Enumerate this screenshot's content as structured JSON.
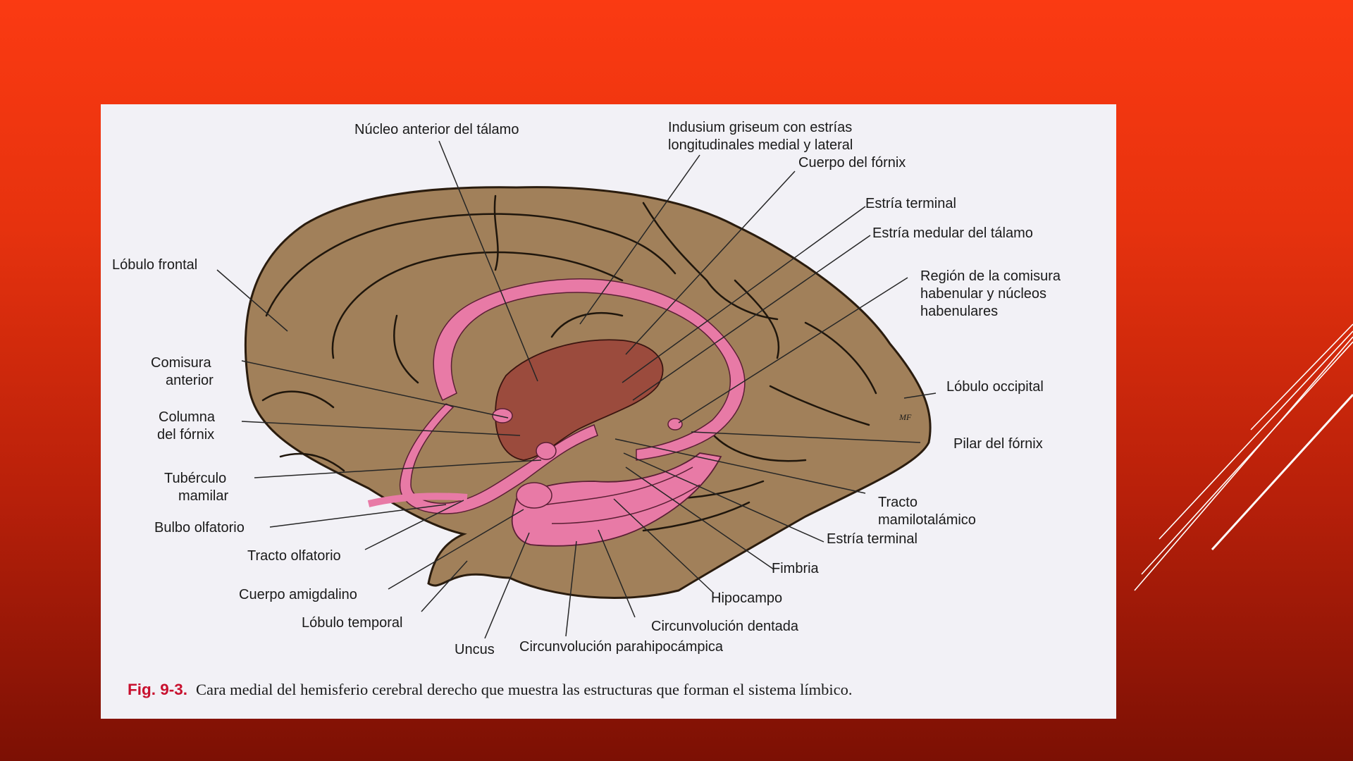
{
  "figure": {
    "labels": {
      "nucleo_anterior_talamo": "Núcleo anterior del tálamo",
      "indusium_1": "Indusium griseum con estrías",
      "indusium_2": "longitudinales medial y lateral",
      "cuerpo_fornix": "Cuerpo del fórnix",
      "estria_terminal_top": "Estría terminal",
      "estria_medular": "Estría medular del tálamo",
      "region_comisura_1": "Región de la comisura",
      "region_comisura_2": "habenular y núcleos",
      "region_comisura_3": "habenulares",
      "lobulo_frontal": "Lóbulo frontal",
      "comisura_anterior_1": "Comisura",
      "comisura_anterior_2": "anterior",
      "columna_fornix_1": "Columna",
      "columna_fornix_2": "del fórnix",
      "tuberculo_mamilar_1": "Tubérculo",
      "tuberculo_mamilar_2": "mamilar",
      "bulbo_olfatorio": "Bulbo olfatorio",
      "tracto_olfatorio": "Tracto olfatorio",
      "cuerpo_amigdalino": "Cuerpo amigdalino",
      "lobulo_temporal": "Lóbulo temporal",
      "uncus": "Uncus",
      "circunvolucion_parahipocampica": "Circunvolución parahipocámpica",
      "circunvolucion_dentada": "Circunvolución dentada",
      "hipocampo": "Hipocampo",
      "fimbria": "Fimbria",
      "estria_terminal_bottom": "Estría terminal",
      "tracto_mamilotalamico_1": "Tracto",
      "tracto_mamilotalamico_2": "mamilotalámico",
      "pilar_fornix": "Pilar del fórnix",
      "lobulo_occipital": "Lóbulo occipital"
    },
    "signature": "MF",
    "caption_fig": "Fig. 9-3.",
    "caption_text": "Cara medial del hemisferio cerebral derecho que muestra las estructuras que forman el sistema límbico."
  },
  "colors": {
    "slide_background": "#e6320e",
    "brain_tissue": "#a1805a",
    "limbic_pink": "#e87aa6",
    "thalamus_brown": "#9b4b3d",
    "caption_fig": "#c8102e"
  }
}
